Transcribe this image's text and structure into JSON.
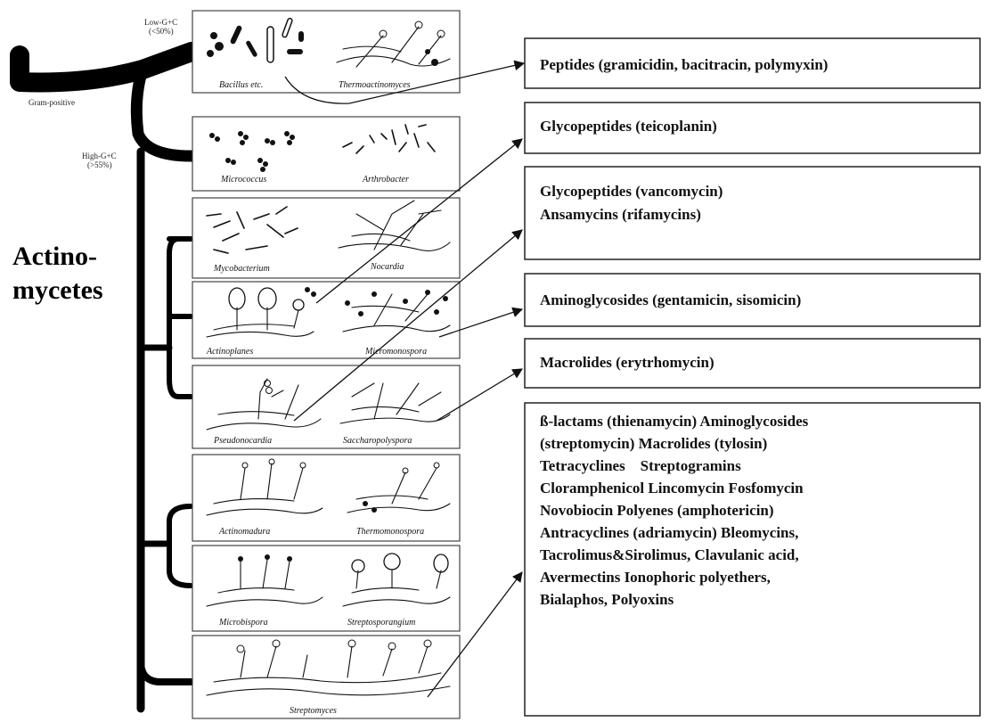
{
  "tree_labels": {
    "low_gc": "Low-G+C",
    "low_gc_sub": "(<50%)",
    "gram_positive": "Gram-positive",
    "high_gc": "High-G+C",
    "high_gc_sub": "(>55%)",
    "actino_1": "Actino-",
    "actino_2": "mycetes"
  },
  "panels": [
    {
      "left": "Bacillus etc.",
      "right": "Thermoactinomyces"
    },
    {
      "left": "Micrococcus",
      "right": "Arthrobacter"
    },
    {
      "left": "Mycobacterium",
      "right": "Nocardia"
    },
    {
      "left": "Actinoplanes",
      "right": "Micromonospora"
    },
    {
      "left": "Pseudonocardia",
      "right": "Saccharopolyspora"
    },
    {
      "left": "Actinomadura",
      "right": "Thermomonospora"
    },
    {
      "left": "Microbispora",
      "right": "Streptosporangium"
    },
    {
      "center": "Streptomyces"
    }
  ],
  "antibiotic_boxes": [
    {
      "lines": [
        "Peptides (gramicidin, bacitracin, polymyxin)"
      ]
    },
    {
      "lines": [
        "Glycopeptides (teicoplanin)"
      ]
    },
    {
      "lines": [
        "Glycopeptides (vancomycin)",
        "Ansamycins (rifamycins)"
      ]
    },
    {
      "lines": [
        "Aminoglycosides (gentamicin, sisomicin)"
      ]
    },
    {
      "lines": [
        "Macrolides (erytrhomycin)"
      ]
    },
    {
      "lines": [
        "ß-lactams (thienamycin) Aminoglycosides",
        "(streptomycin) Macrolides (tylosin)",
        "Tetracyclines    Streptogramins",
        "Cloramphenicol Lincomycin Fosfomycin",
        "Novobiocin Polyenes (amphotericin)",
        "Antracyclines (adriamycin) Bleomycins,",
        "Tacrolimus&Sirolimus, Clavulanic acid,",
        "Avermectins Ionophoric polyethers,",
        "Bialaphos, Polyoxins"
      ]
    }
  ]
}
